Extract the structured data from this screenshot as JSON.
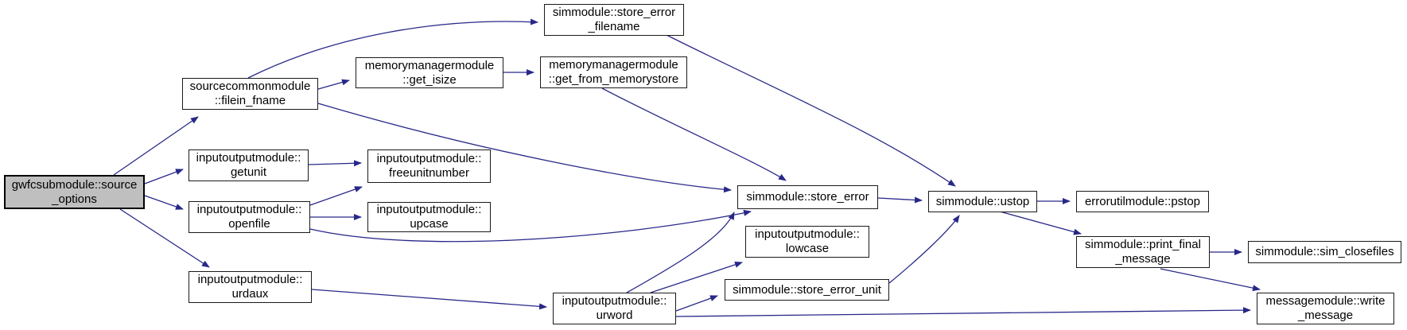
{
  "diagram": {
    "type": "call-graph",
    "tool_style": "doxygen"
  },
  "colors": {
    "edge_color": "#282889",
    "node_fill": "#ffffff",
    "highlight_fill": "#bfbfbf",
    "border_color": "#1a1a1a"
  },
  "nodes": {
    "source_options": {
      "label": "gwfcsubmodule::source_options",
      "line1": "gwfcsubmodule::source",
      "line2": "_options"
    },
    "filein_fname": {
      "label": "sourcecommonmodule::filein_fname",
      "line1": "sourcecommonmodule",
      "line2": "::filein_fname"
    },
    "store_error_filename": {
      "label": "simmodule::store_error_filename",
      "line1": "simmodule::store_error",
      "line2": "_filename"
    },
    "get_isize": {
      "label": "memorymanagermodule::get_isize",
      "line1": "memorymanagermodule",
      "line2": "::get_isize"
    },
    "get_from_memorystore": {
      "label": "memorymanagermodule::get_from_memorystore",
      "line1": "memorymanagermodule",
      "line2": "::get_from_memorystore"
    },
    "getunit": {
      "label": "inputoutputmodule::getunit",
      "line1": "inputoutputmodule::",
      "line2": "getunit"
    },
    "freeunitnumber": {
      "label": "inputoutputmodule::freeunitnumber",
      "line1": "inputoutputmodule::",
      "line2": "freeunitnumber"
    },
    "openfile": {
      "label": "inputoutputmodule::openfile",
      "line1": "inputoutputmodule::",
      "line2": "openfile"
    },
    "upcase": {
      "label": "inputoutputmodule::upcase",
      "line1": "inputoutputmodule::",
      "line2": "upcase"
    },
    "urdaux": {
      "label": "inputoutputmodule::urdaux",
      "line1": "inputoutputmodule::",
      "line2": "urdaux"
    },
    "store_error": {
      "label": "simmodule::store_error",
      "line1": "simmodule::store_error"
    },
    "lowcase": {
      "label": "inputoutputmodule::lowcase",
      "line1": "inputoutputmodule::",
      "line2": "lowcase"
    },
    "store_error_unit": {
      "label": "simmodule::store_error_unit",
      "line1": "simmodule::store_error_unit"
    },
    "urword": {
      "label": "inputoutputmodule::urword",
      "line1": "inputoutputmodule::",
      "line2": "urword"
    },
    "ustop": {
      "label": "simmodule::ustop",
      "line1": "simmodule::ustop"
    },
    "pstop": {
      "label": "errorutilmodule::pstop",
      "line1": "errorutilmodule::pstop"
    },
    "print_final_message": {
      "label": "simmodule::print_final_message",
      "line1": "simmodule::print_final",
      "line2": "_message"
    },
    "sim_closefiles": {
      "label": "simmodule::sim_closefiles",
      "line1": "simmodule::sim_closefiles"
    },
    "write_message": {
      "label": "messagemodule::write_message",
      "line1": "messagemodule::write",
      "line2": "_message"
    }
  },
  "edges": [
    {
      "from": "source_options",
      "to": "filein_fname"
    },
    {
      "from": "source_options",
      "to": "getunit"
    },
    {
      "from": "source_options",
      "to": "openfile"
    },
    {
      "from": "source_options",
      "to": "urdaux"
    },
    {
      "from": "filein_fname",
      "to": "store_error_filename"
    },
    {
      "from": "filein_fname",
      "to": "get_isize"
    },
    {
      "from": "filein_fname",
      "to": "store_error"
    },
    {
      "from": "get_isize",
      "to": "get_from_memorystore"
    },
    {
      "from": "get_from_memorystore",
      "to": "store_error"
    },
    {
      "from": "store_error_filename",
      "to": "ustop"
    },
    {
      "from": "getunit",
      "to": "freeunitnumber"
    },
    {
      "from": "openfile",
      "to": "freeunitnumber"
    },
    {
      "from": "openfile",
      "to": "upcase"
    },
    {
      "from": "openfile",
      "to": "store_error"
    },
    {
      "from": "urdaux",
      "to": "urword"
    },
    {
      "from": "urword",
      "to": "store_error"
    },
    {
      "from": "urword",
      "to": "lowcase"
    },
    {
      "from": "urword",
      "to": "store_error_unit"
    },
    {
      "from": "urword",
      "to": "write_message"
    },
    {
      "from": "store_error_unit",
      "to": "ustop"
    },
    {
      "from": "store_error",
      "to": "ustop"
    },
    {
      "from": "ustop",
      "to": "pstop"
    },
    {
      "from": "ustop",
      "to": "print_final_message"
    },
    {
      "from": "print_final_message",
      "to": "sim_closefiles"
    },
    {
      "from": "print_final_message",
      "to": "write_message"
    }
  ]
}
